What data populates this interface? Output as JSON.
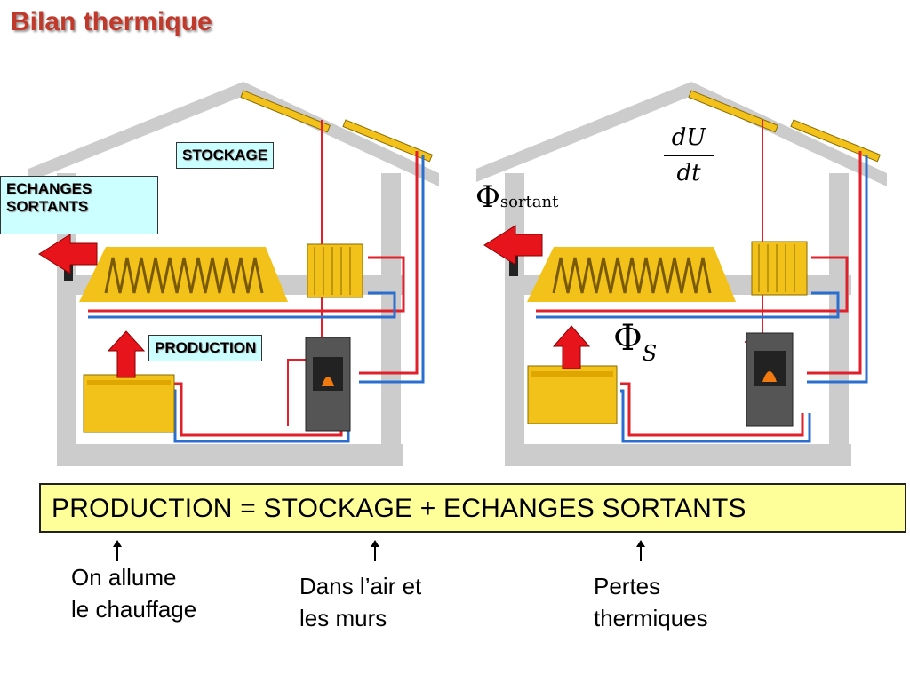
{
  "title": "Bilan thermique",
  "labels": {
    "stockage": "STOCKAGE",
    "echanges_line1": "ECHANGES",
    "echanges_line2": "SORTANTS",
    "production": "PRODUCTION"
  },
  "math": {
    "du": "dU",
    "dt": "dt",
    "phi": "Φ",
    "sortant": "sortant",
    "s": "S"
  },
  "equation": "PRODUCTION = STOCKAGE + ECHANGES SORTANTS",
  "notes": [
    {
      "line1": "On allume",
      "line2": "le chauffage"
    },
    {
      "line1": "Dans l’air et",
      "line2": "les murs"
    },
    {
      "line1": "Pertes",
      "line2": "thermiques"
    }
  ],
  "colors": {
    "title": "#c0392b",
    "label_bg": "#ccffff",
    "equation_bg": "#ffff99",
    "arrow_red": "#e8141b",
    "solar_panel": "#f2c21b",
    "hot_pipe": "#e0202a",
    "cold_pipe": "#2a6fd0",
    "wall": "#cccccc"
  }
}
